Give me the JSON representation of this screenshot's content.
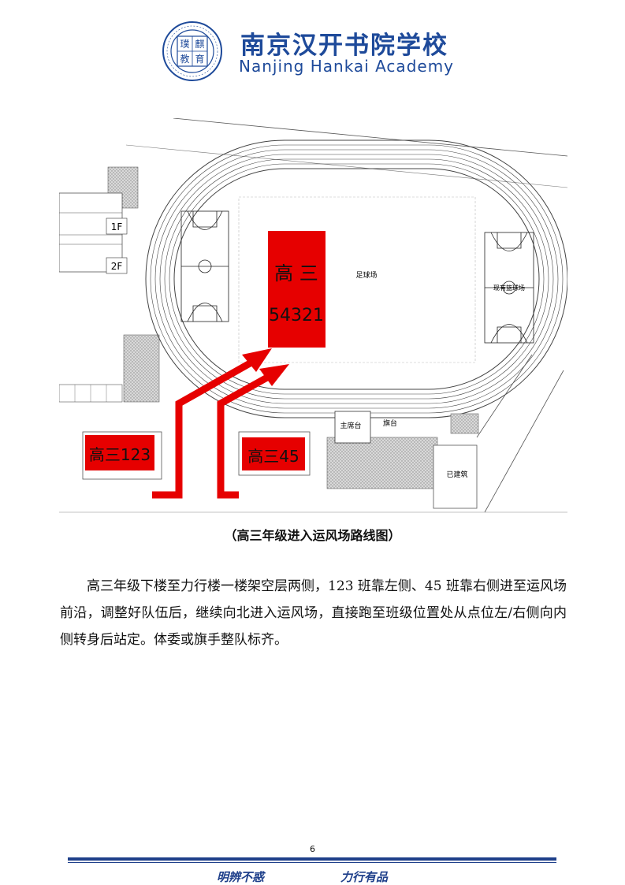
{
  "header": {
    "school_name_cn": "南京汉开书院学校",
    "school_name_en": "Nanjing Hankai Academy",
    "logo_chars": [
      "璞",
      "麒",
      "教",
      "育"
    ],
    "brand_color": "#1e4a9a"
  },
  "map": {
    "floor_1f": "1F",
    "floor_2f": "2F",
    "block_main_label": "高 三",
    "block_main_classes": "54321",
    "football_field": "足球场",
    "basketball_court": "现有篮球场",
    "rostrum": "主席台",
    "flag_stand": "旗台",
    "built_building": "已建筑",
    "group_left": "高三123",
    "group_right": "高三45",
    "highlight_color": "#e60000"
  },
  "caption": "（高三年级进入运风场路线图）",
  "paragraph": "高三年级下楼至力行楼一楼架空层两侧，123 班靠左侧、45 班靠右侧进至运风场前沿，调整好队伍后，继续向北进入运风场，直接跑至班级位置处从点位左/右侧向内侧转身后站定。体委或旗手整队标齐。",
  "page_number": "6",
  "footer": {
    "motto_left": "明辨不惑",
    "motto_right": "力行有品"
  }
}
